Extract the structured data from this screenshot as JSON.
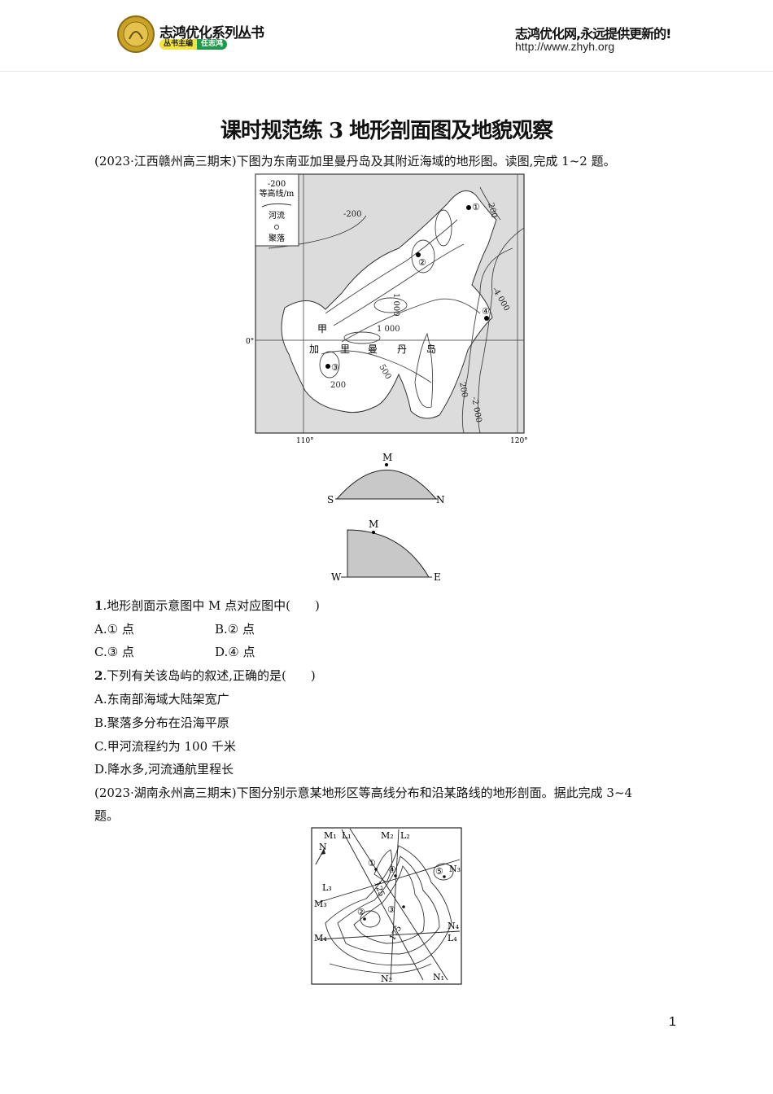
{
  "header": {
    "series_title": "志鸿优化系列丛书",
    "editor_label": "丛书主编",
    "editor_name": "任志鸿",
    "slogan": "志鸿优化网,永远提供更新的!",
    "url": "http://www.zhyh.org"
  },
  "title": "课时规范练 3 地形剖面图及地貌观察",
  "intro1": "(2023·江西赣州高三期末)下图为东南亚加里曼丹岛及其附近海域的地形图。读图,完成 1~2 题。",
  "map1": {
    "legend": {
      "contour_sample": "-200",
      "contour_label": "等高线/m",
      "river_label": "河流",
      "settlement_label": "聚落"
    },
    "contour_labels": [
      "-200",
      "200",
      "-4 000",
      "1 000",
      "1 000",
      "500",
      "200",
      "200",
      "-2 000"
    ],
    "place_labels": [
      "甲",
      "加",
      "里",
      "曼",
      "丹",
      "岛"
    ],
    "points": [
      "①",
      "②",
      "③",
      "④"
    ],
    "lat_label": "0°",
    "lon_labels": [
      "110°",
      "120°"
    ]
  },
  "profile1": {
    "m": "M",
    "left": "S",
    "right": "N"
  },
  "profile2": {
    "m": "M",
    "left": "W",
    "right": "E"
  },
  "q1": {
    "num": "1",
    "stem": ".地形剖面示意图中 M 点对应图中(　　)",
    "a": "A.① 点",
    "b": "B.② 点",
    "c": "C.③ 点",
    "d": "D.④ 点"
  },
  "q2": {
    "num": "2",
    "stem": ".下列有关该岛屿的叙述,正确的是(　　)",
    "a": "A.东南部海域大陆架宽广",
    "b": "B.聚落多分布在沿海平原",
    "c": "C.甲河流程约为 100 千米",
    "d": "D.降水多,河流通航里程长"
  },
  "intro2_line1": "(2023·湖南永州高三期末)下图分别示意某地形区等高线分布和沿某路线的地形剖面。据此完成 3~4",
  "intro2_line2": "题。",
  "map2": {
    "north": "N",
    "labels": {
      "M1": "M₁",
      "L1": "L₁",
      "M2": "M₂",
      "L2": "L₂",
      "L3": "L₃",
      "M3": "M₃",
      "M4": "M₄",
      "N3": "N₃",
      "N4": "N₄",
      "L4": "L₄",
      "N2": "N₂",
      "N1": "N₁"
    },
    "contours": [
      "125",
      "175"
    ],
    "points": [
      "①",
      "②",
      "③",
      "④",
      "⑤"
    ]
  },
  "page_number": "1",
  "colors": {
    "sea": "#dcdcdc",
    "profile_fill": "#c8c8c8",
    "badge_yellow": "#f2e43a",
    "badge_green": "#1f9a4a"
  }
}
